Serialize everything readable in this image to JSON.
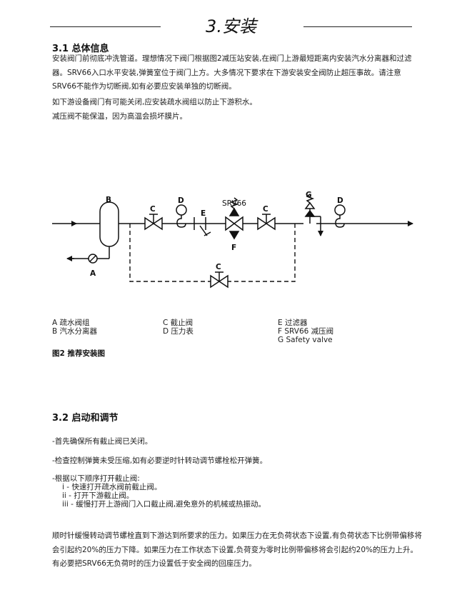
{
  "header": {
    "title": "3.安装"
  },
  "section1": {
    "heading": "3.1 总体信息",
    "p1": "安装阀门前彻底冲洗管道。理想情况下阀门根据图2减压站安装,在阀门上游最短距离内安装汽水分离器和过滤器。SRV66入口水平安装,弹簧室位于阀门上方。大多情况下要求在下游安装安全阀防止超压事故。请注意SRV66不能作为切断阀,如有必要应安装单独的切断阀。",
    "p2": "如下游设备阀门有可能关闭,应安装疏水阀组以防止下游积水。",
    "p3": "减压阀不能保温，因为高温会损坏膜片。"
  },
  "diagram": {
    "labels": {
      "a": "A",
      "b": "B",
      "c1": "C",
      "c2": "C",
      "c3": "C",
      "d1": "D",
      "d2": "D",
      "e": "E",
      "f": "F",
      "g": "G",
      "srv": "SRV66"
    }
  },
  "legend": {
    "col1": [
      "A  疏水阀组",
      "B  汽水分离器"
    ],
    "col2": [
      "C  截止阀",
      "D  压力表"
    ],
    "col3": [
      "E  过滤器",
      "F  SRV66 减压阀",
      "G  Safety valve"
    ]
  },
  "figure_caption": "图2  推荐安装图",
  "section2": {
    "heading": "3.2 启动和调节",
    "b1": "-首先确保所有截止阀已关闭。",
    "b2": "-检查控制弹簧未受压缩,如有必要逆时针转动调节螺栓松开弹簧。",
    "b3": "-根据以下顺序打开截止阀:",
    "b3_items": [
      "i   -  快速打开疏水阀前截止阀。",
      "ii  -  打开下游截止阀。",
      "iii  -  缓慢打开上游阀门入口截止阀,避免意外的机械或热振动。"
    ],
    "final": "顺时针缓慢转动调节螺栓直到下游达到所要求的压力。如果压力在无负荷状态下设置,有负荷状态下比例带偏移将会引起约20%的压力下降。如果压力在工作状态下设置,负荷变为零时比例带偏移将会引起约20%的压力上升。有必要把SRV66无负荷时的压力设置低于安全阀的回座压力。"
  }
}
